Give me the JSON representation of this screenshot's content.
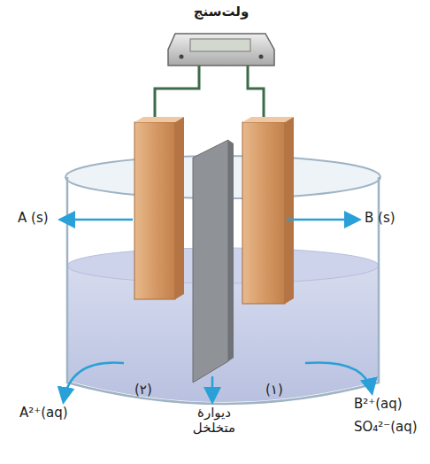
{
  "diagram": {
    "nodes": [
      {
        "text": [
          "ولت‌سنج"
        ]
      }
    ],
    "labels": [
      "A (s)",
      "B (s)",
      "A²⁺(aq)",
      "(۲)",
      "دیوارهٔ متخلخل",
      "(۱)",
      "B²⁺(aq)",
      "SO₄²⁻(aq)"
    ]
  }
}
